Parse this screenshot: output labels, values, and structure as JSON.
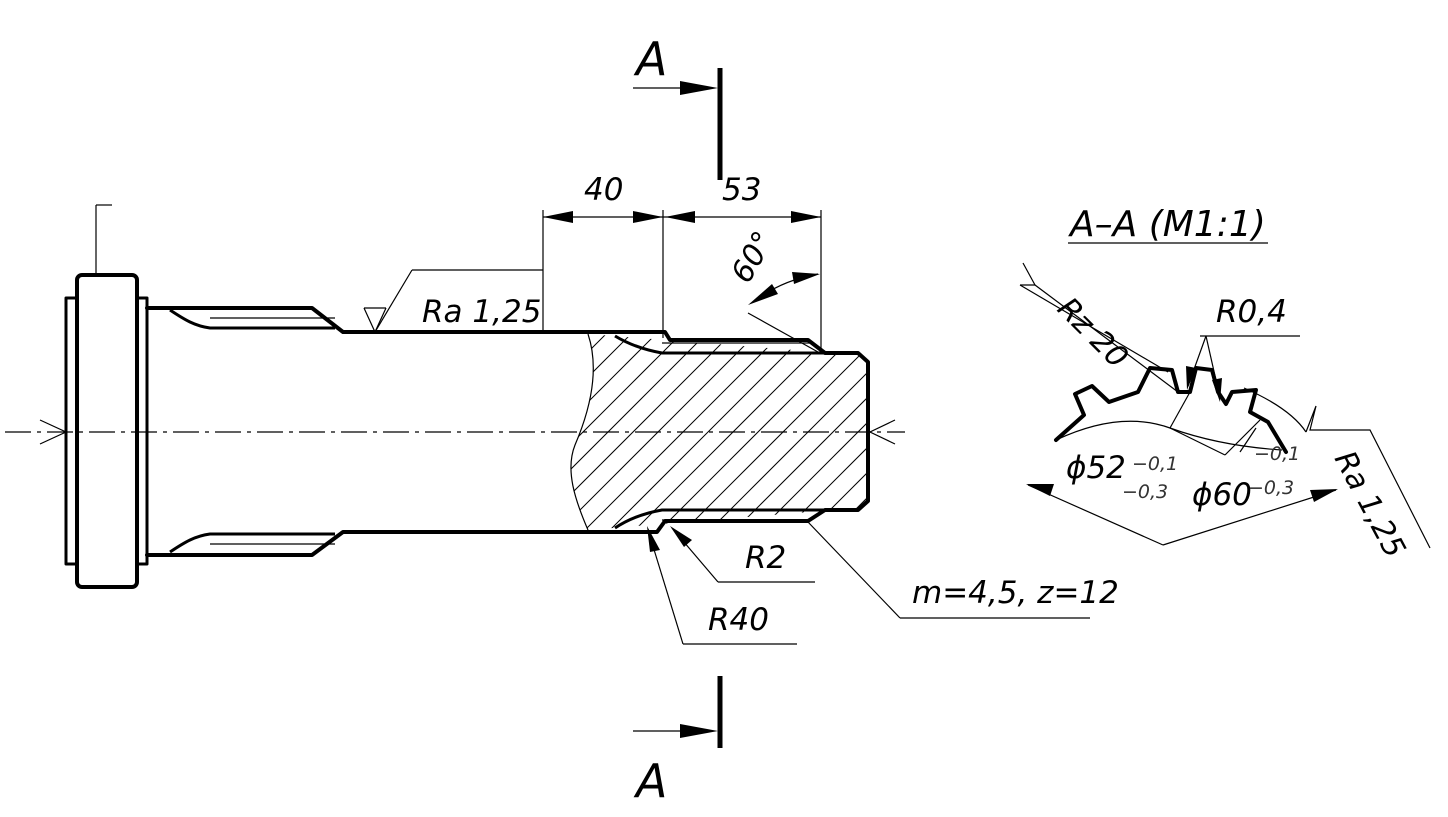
{
  "section_marker": "A",
  "section_title": "A–A (M1:1)",
  "dims": {
    "len_40": "40",
    "len_53": "53",
    "angle": "60°",
    "radius_r2": "R2",
    "radius_r40": "R40",
    "radius_r04": "R0,4"
  },
  "roughness": {
    "ra_main": "Ra 1,25",
    "rz_section": "Rz 20",
    "ra_section": "Ra 1,25"
  },
  "gear_params": "m=4,5, z=12",
  "diameters": {
    "d52": {
      "symbol": "ϕ52",
      "upper": "−0,1",
      "lower": "−0,3"
    },
    "d60": {
      "symbol": "ϕ60",
      "upper": "−0,1",
      "lower": "−0,3"
    }
  }
}
